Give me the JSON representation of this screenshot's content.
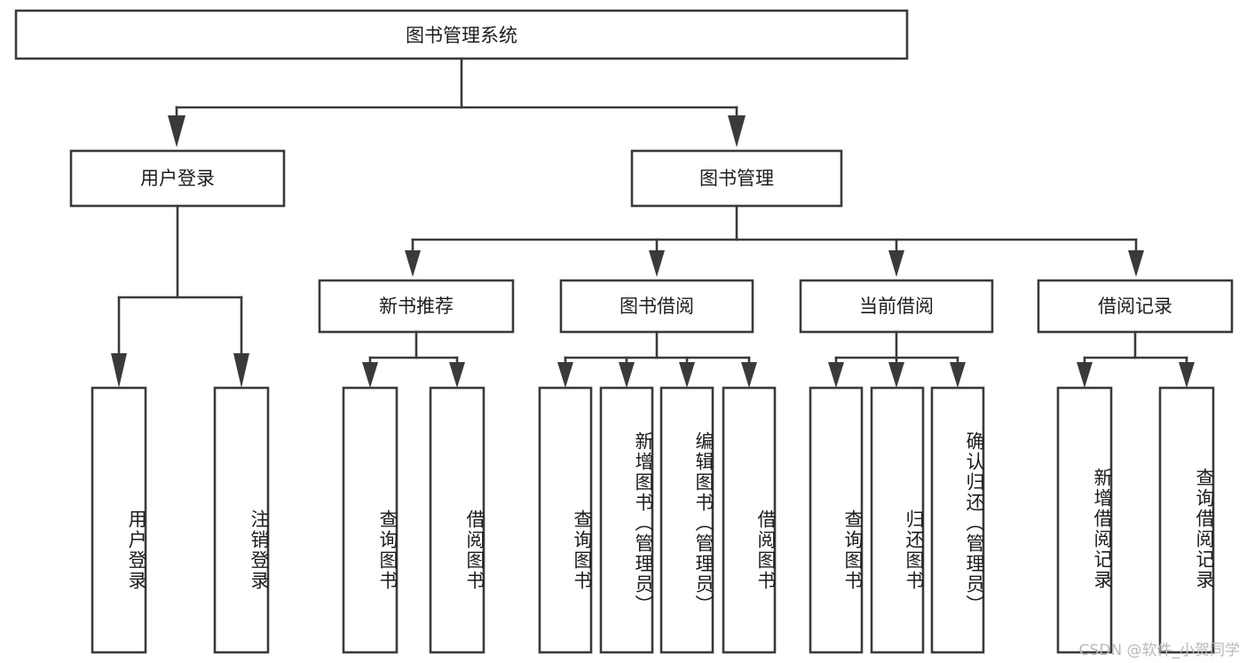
{
  "diagram": {
    "type": "tree-hierarchy",
    "title": "图书管理系统",
    "watermark": "CSDN @软件_小贺同学",
    "colors": {
      "stroke": "#3a3a3a",
      "fill": "#ffffff",
      "text": "#1c1c1c",
      "watermark": "#b9b9b9"
    },
    "levels": {
      "root": {
        "label": "图书管理系统"
      },
      "level2": [
        {
          "label": "用户登录"
        },
        {
          "label": "图书管理"
        }
      ],
      "level3": [
        {
          "label": "新书推荐"
        },
        {
          "label": "图书借阅"
        },
        {
          "label": "当前借阅"
        },
        {
          "label": "借阅记录"
        }
      ]
    },
    "leaves": {
      "user_login": [
        {
          "label": "用户登录"
        },
        {
          "label": "注销登录"
        }
      ],
      "new_book_recommend": [
        {
          "label": "查询图书"
        },
        {
          "label": "借阅图书"
        }
      ],
      "book_borrow": [
        {
          "label": "查询图书"
        },
        {
          "label": "新增图书（管理员）"
        },
        {
          "label": "编辑图书（管理员）"
        },
        {
          "label": "借阅图书"
        }
      ],
      "current_borrow": [
        {
          "label": "查询图书"
        },
        {
          "label": "归还图书"
        },
        {
          "label": "确认归还（管理员）"
        }
      ],
      "borrow_record": [
        {
          "label": "新增借阅记录"
        },
        {
          "label": "查询借阅记录"
        }
      ]
    }
  }
}
